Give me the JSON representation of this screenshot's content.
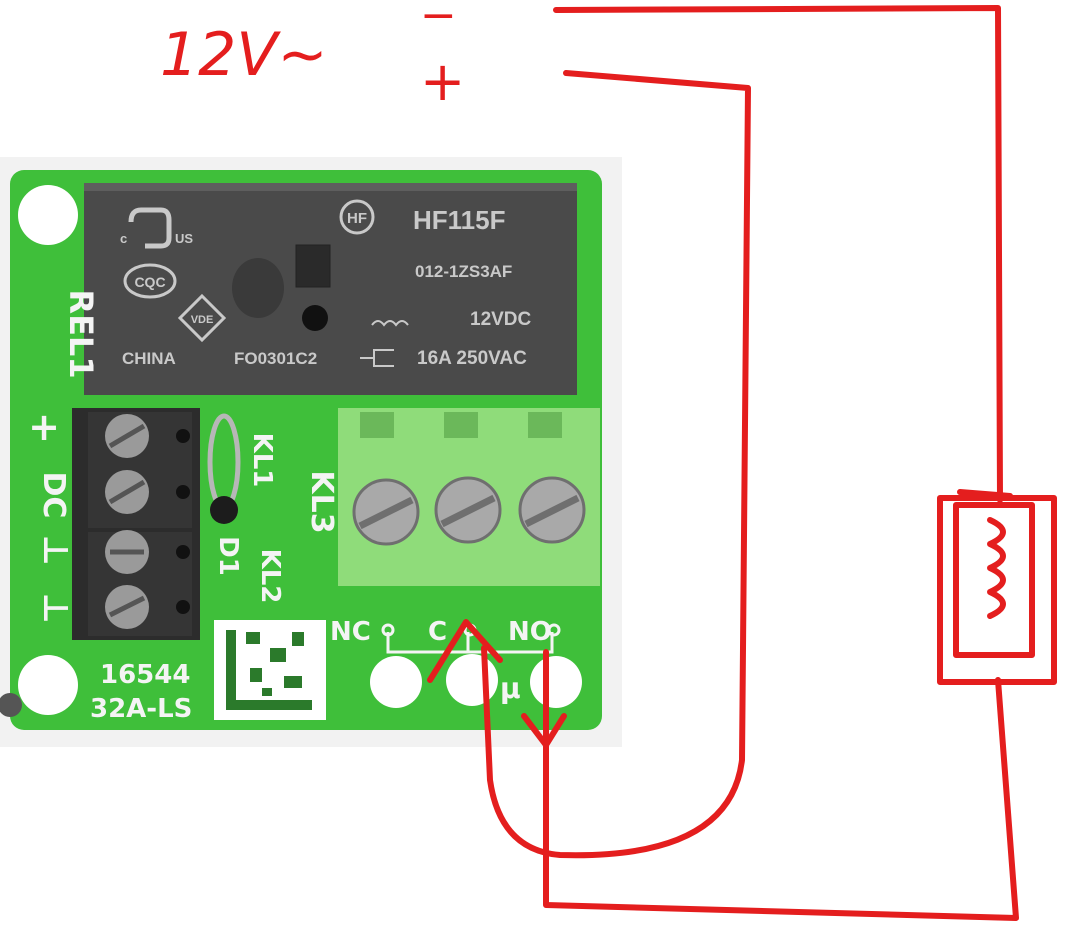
{
  "annotation": {
    "supply_label": "12V~",
    "minus_sign": "−",
    "plus_sign": "+",
    "colors": {
      "ink": "#e41e1e"
    }
  },
  "board": {
    "colors": {
      "pcb": "#3fbf3a",
      "relay": "#4a4a4a",
      "terminal": "#8fdc7a",
      "dark_terminal": "#2c2c2c"
    },
    "relay": {
      "brand": "HF",
      "model": "HF115F",
      "part_number": "012-1ZS3AF",
      "coil": "12VDC",
      "contacts": "16A 250VAC",
      "origin": "CHINA",
      "date_code": "FO0301C2",
      "marks": [
        "c",
        "US",
        "CQC",
        "VDE"
      ]
    },
    "silkscreen": {
      "rel1": "REL1",
      "power_plus": "+",
      "dc": "DC",
      "ground_marks": [
        "⊥",
        "⊥"
      ],
      "kl1": "KL1",
      "kl2": "KL2",
      "kl3": "KL3",
      "d1": "D1",
      "id_line1": "16544",
      "id_line2": "32A-LS",
      "nc": "NC",
      "c": "C",
      "no": "NO",
      "mu": "μ"
    }
  }
}
